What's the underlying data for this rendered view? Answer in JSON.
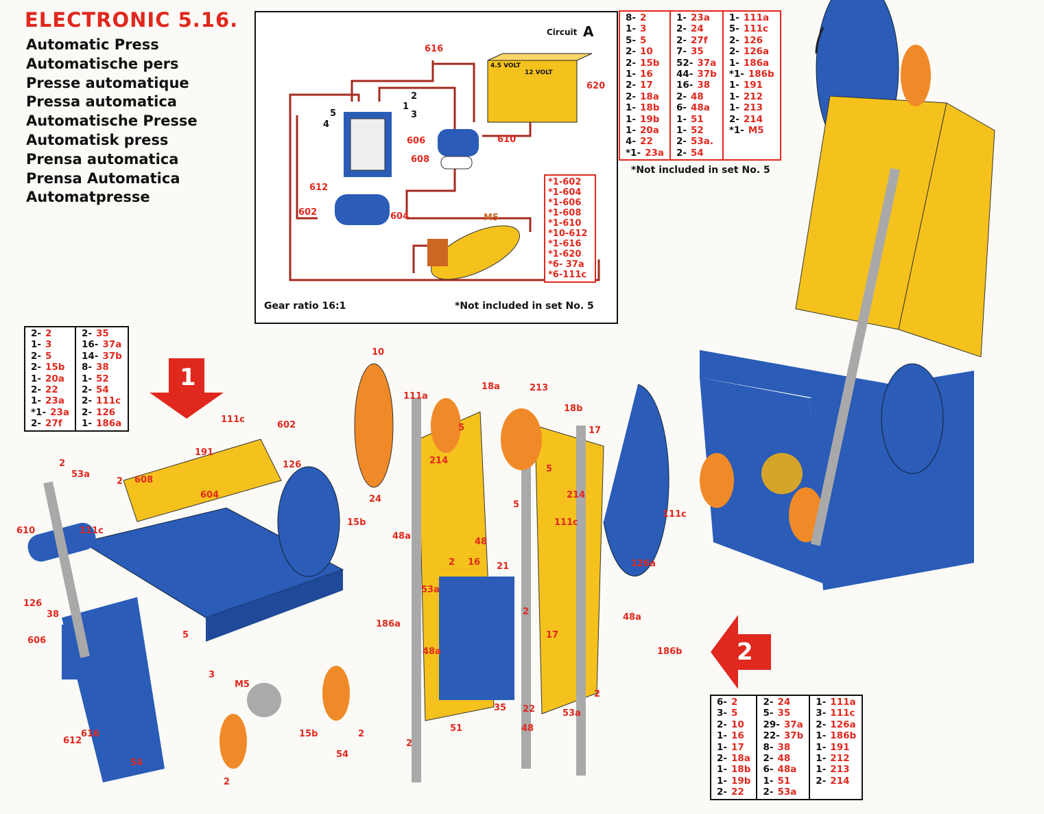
{
  "title": "ELECTRONIC 5.16.",
  "model_names": [
    "Automatic Press",
    "Automatische pers",
    "Presse automatique",
    "Pressa automatica",
    "Automatische Presse",
    "Automatisk press",
    "Prensa automatica",
    "Prensa Automatica",
    "Automatpresse"
  ],
  "circuit": {
    "heading": "Circuit",
    "letter": "A",
    "labels": [
      "616",
      "620",
      "2",
      "1",
      "3",
      "5",
      "4",
      "606",
      "610",
      "608",
      "612",
      "602",
      "604",
      "M5"
    ],
    "battery": [
      "4.5 VOLT",
      "12 VOLT"
    ],
    "parts": [
      "*1-602",
      "*1-604",
      "*1-606",
      "*1-608",
      "*1-610",
      "*10-612",
      "*1-616",
      "*1-620",
      "*6- 37a",
      "*6-111c"
    ],
    "gear_ratio": "Gear ratio 16:1",
    "footnote": "*Not included in set No. 5"
  },
  "main_parts": {
    "columns": [
      [
        [
          "8-",
          "2"
        ],
        [
          "1-",
          "3"
        ],
        [
          "5-",
          "5"
        ],
        [
          "2-",
          "10"
        ],
        [
          "2-",
          "15b"
        ],
        [
          "1-",
          "16"
        ],
        [
          "2-",
          "17"
        ],
        [
          "2-",
          "18a"
        ],
        [
          "1-",
          "18b"
        ],
        [
          "1-",
          "19b"
        ],
        [
          "1-",
          "20a"
        ],
        [
          "4-",
          "22"
        ],
        [
          "*1-",
          "23a"
        ]
      ],
      [
        [
          "1-",
          "23a"
        ],
        [
          "2-",
          "24"
        ],
        [
          "2-",
          "27f"
        ],
        [
          "7-",
          "35"
        ],
        [
          "52-",
          "37a"
        ],
        [
          "44-",
          "37b"
        ],
        [
          "16-",
          "38"
        ],
        [
          "2-",
          "48"
        ],
        [
          "6-",
          "48a"
        ],
        [
          "1-",
          "51"
        ],
        [
          "1-",
          "52"
        ],
        [
          "2-",
          "53a."
        ],
        [
          "2-",
          "54"
        ]
      ],
      [
        [
          "1-",
          "111a"
        ],
        [
          "5-",
          "111c"
        ],
        [
          "2-",
          "126"
        ],
        [
          "2-",
          "126a"
        ],
        [
          "1-",
          "186a"
        ],
        [
          "*1-",
          "186b"
        ],
        [
          "1-",
          "191"
        ],
        [
          "1-",
          "212"
        ],
        [
          "1-",
          "213"
        ],
        [
          "2-",
          "214"
        ],
        [
          "*1-",
          "M5"
        ]
      ]
    ],
    "footnote": "*Not included in set No. 5"
  },
  "stage1": {
    "number": "1",
    "columns": [
      [
        [
          "2-",
          "2"
        ],
        [
          "1-",
          "3"
        ],
        [
          "2-",
          "5"
        ],
        [
          "2-",
          "15b"
        ],
        [
          "1-",
          "20a"
        ],
        [
          "2-",
          "22"
        ],
        [
          "1-",
          "23a"
        ],
        [
          "*1-",
          "23a"
        ],
        [
          "2-",
          "27f"
        ]
      ],
      [
        [
          "2-",
          "35"
        ],
        [
          "16-",
          "37a"
        ],
        [
          "14-",
          "37b"
        ],
        [
          "8-",
          "38"
        ],
        [
          "1-",
          "52"
        ],
        [
          "2-",
          "54"
        ],
        [
          "2-",
          "111c"
        ],
        [
          "2-",
          "126"
        ],
        [
          "1-",
          "186a"
        ]
      ]
    ],
    "labels": [
      "2",
      "53a",
      "2",
      "608",
      "111c",
      "602",
      "191",
      "126",
      "604",
      "610",
      "111c",
      "15b",
      "126",
      "38",
      "606",
      "5",
      "186a",
      "3",
      "M5",
      "612",
      "616",
      "15b",
      "54",
      "2",
      "54",
      "2"
    ]
  },
  "stage2": {
    "number": "2",
    "columns": [
      [
        [
          "6-",
          "2"
        ],
        [
          "3-",
          "5"
        ],
        [
          "2-",
          "10"
        ],
        [
          "1-",
          "16"
        ],
        [
          "1-",
          "17"
        ],
        [
          "2-",
          "18a"
        ],
        [
          "1-",
          "18b"
        ],
        [
          "1-",
          "19b"
        ],
        [
          "2-",
          "22"
        ]
      ],
      [
        [
          "2-",
          "24"
        ],
        [
          "5-",
          "35"
        ],
        [
          "29-",
          "37a"
        ],
        [
          "22-",
          "37b"
        ],
        [
          "8-",
          "38"
        ],
        [
          "2-",
          "48"
        ],
        [
          "6-",
          "48a"
        ],
        [
          "1-",
          "51"
        ],
        [
          "2-",
          "53a"
        ]
      ],
      [
        [
          "1-",
          "111a"
        ],
        [
          "3-",
          "111c"
        ],
        [
          "2-",
          "126a"
        ],
        [
          "1-",
          "186b"
        ],
        [
          "1-",
          "191"
        ],
        [
          "1-",
          "212"
        ],
        [
          "1-",
          "213"
        ],
        [
          "2-",
          "214"
        ]
      ]
    ],
    "labels": [
      "10",
      "111a",
      "24",
      "18a",
      "213",
      "18b",
      "17",
      "214",
      "5",
      "5",
      "48a",
      "48",
      "2",
      "16",
      "21",
      "5",
      "214",
      "111c",
      "53a",
      "2",
      "17",
      "48a",
      "48a",
      "186b",
      "126a",
      "111c",
      "35",
      "22",
      "48",
      "51",
      "53a",
      "2",
      "2"
    ]
  },
  "colors": {
    "red": "#e0281e",
    "blue": "#2a5cb8",
    "yellow": "#f5c21d",
    "grey": "#a9a9a9",
    "orange": "#f08a28"
  }
}
